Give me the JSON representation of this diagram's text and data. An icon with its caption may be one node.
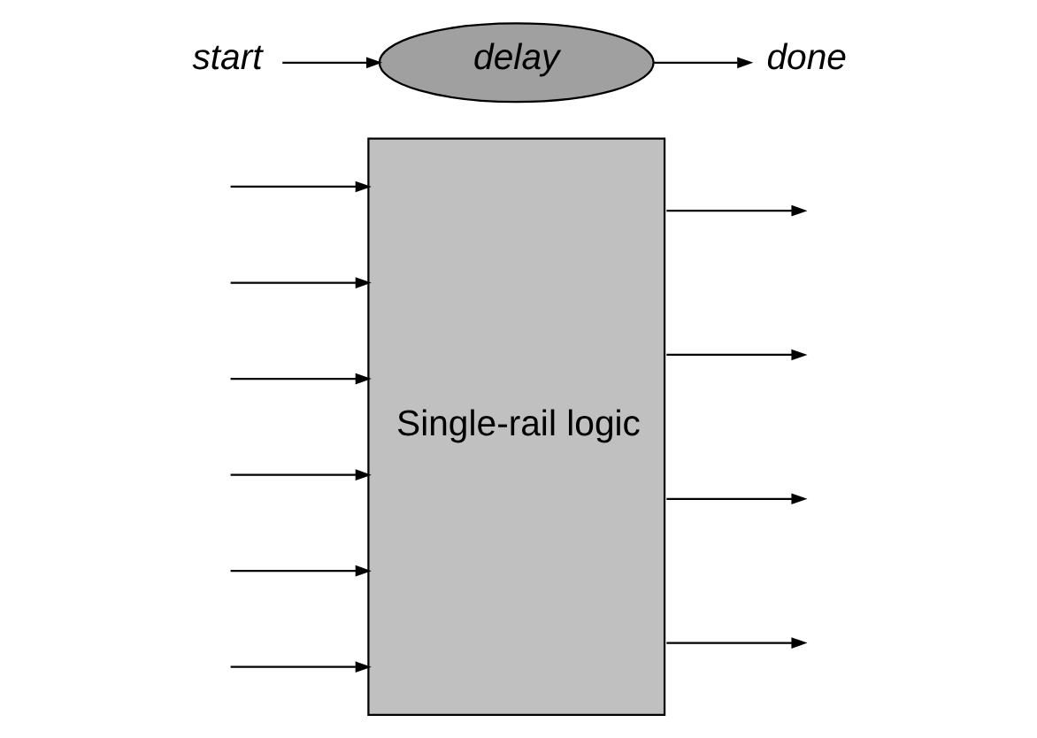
{
  "diagram": {
    "nodes": [
      {
        "text": [
          "Single-rail logic"
        ]
      },
      {
        "text": [
          "start"
        ]
      },
      {
        "text": [
          "delay"
        ]
      },
      {
        "text": [
          "done"
        ]
      }
    ],
    "edges": [
      {
        "from": null,
        "to": 0,
        "arrow": "to"
      },
      {
        "from": null,
        "to": 0,
        "arrow": "to"
      },
      {
        "from": null,
        "to": 0,
        "arrow": "to"
      },
      {
        "from": null,
        "to": 0,
        "arrow": "to"
      },
      {
        "from": null,
        "to": 0,
        "arrow": "to"
      },
      {
        "from": null,
        "to": 0,
        "arrow": "to"
      },
      {
        "from": 0,
        "to": null,
        "arrow": "to"
      },
      {
        "from": 0,
        "to": null,
        "arrow": "to"
      },
      {
        "from": 0,
        "to": null,
        "arrow": "to"
      },
      {
        "from": 0,
        "to": null,
        "arrow": "to"
      },
      {
        "from": 1,
        "to": 2,
        "arrow": "to"
      },
      {
        "from": 2,
        "to": 3,
        "arrow": "to"
      }
    ]
  }
}
